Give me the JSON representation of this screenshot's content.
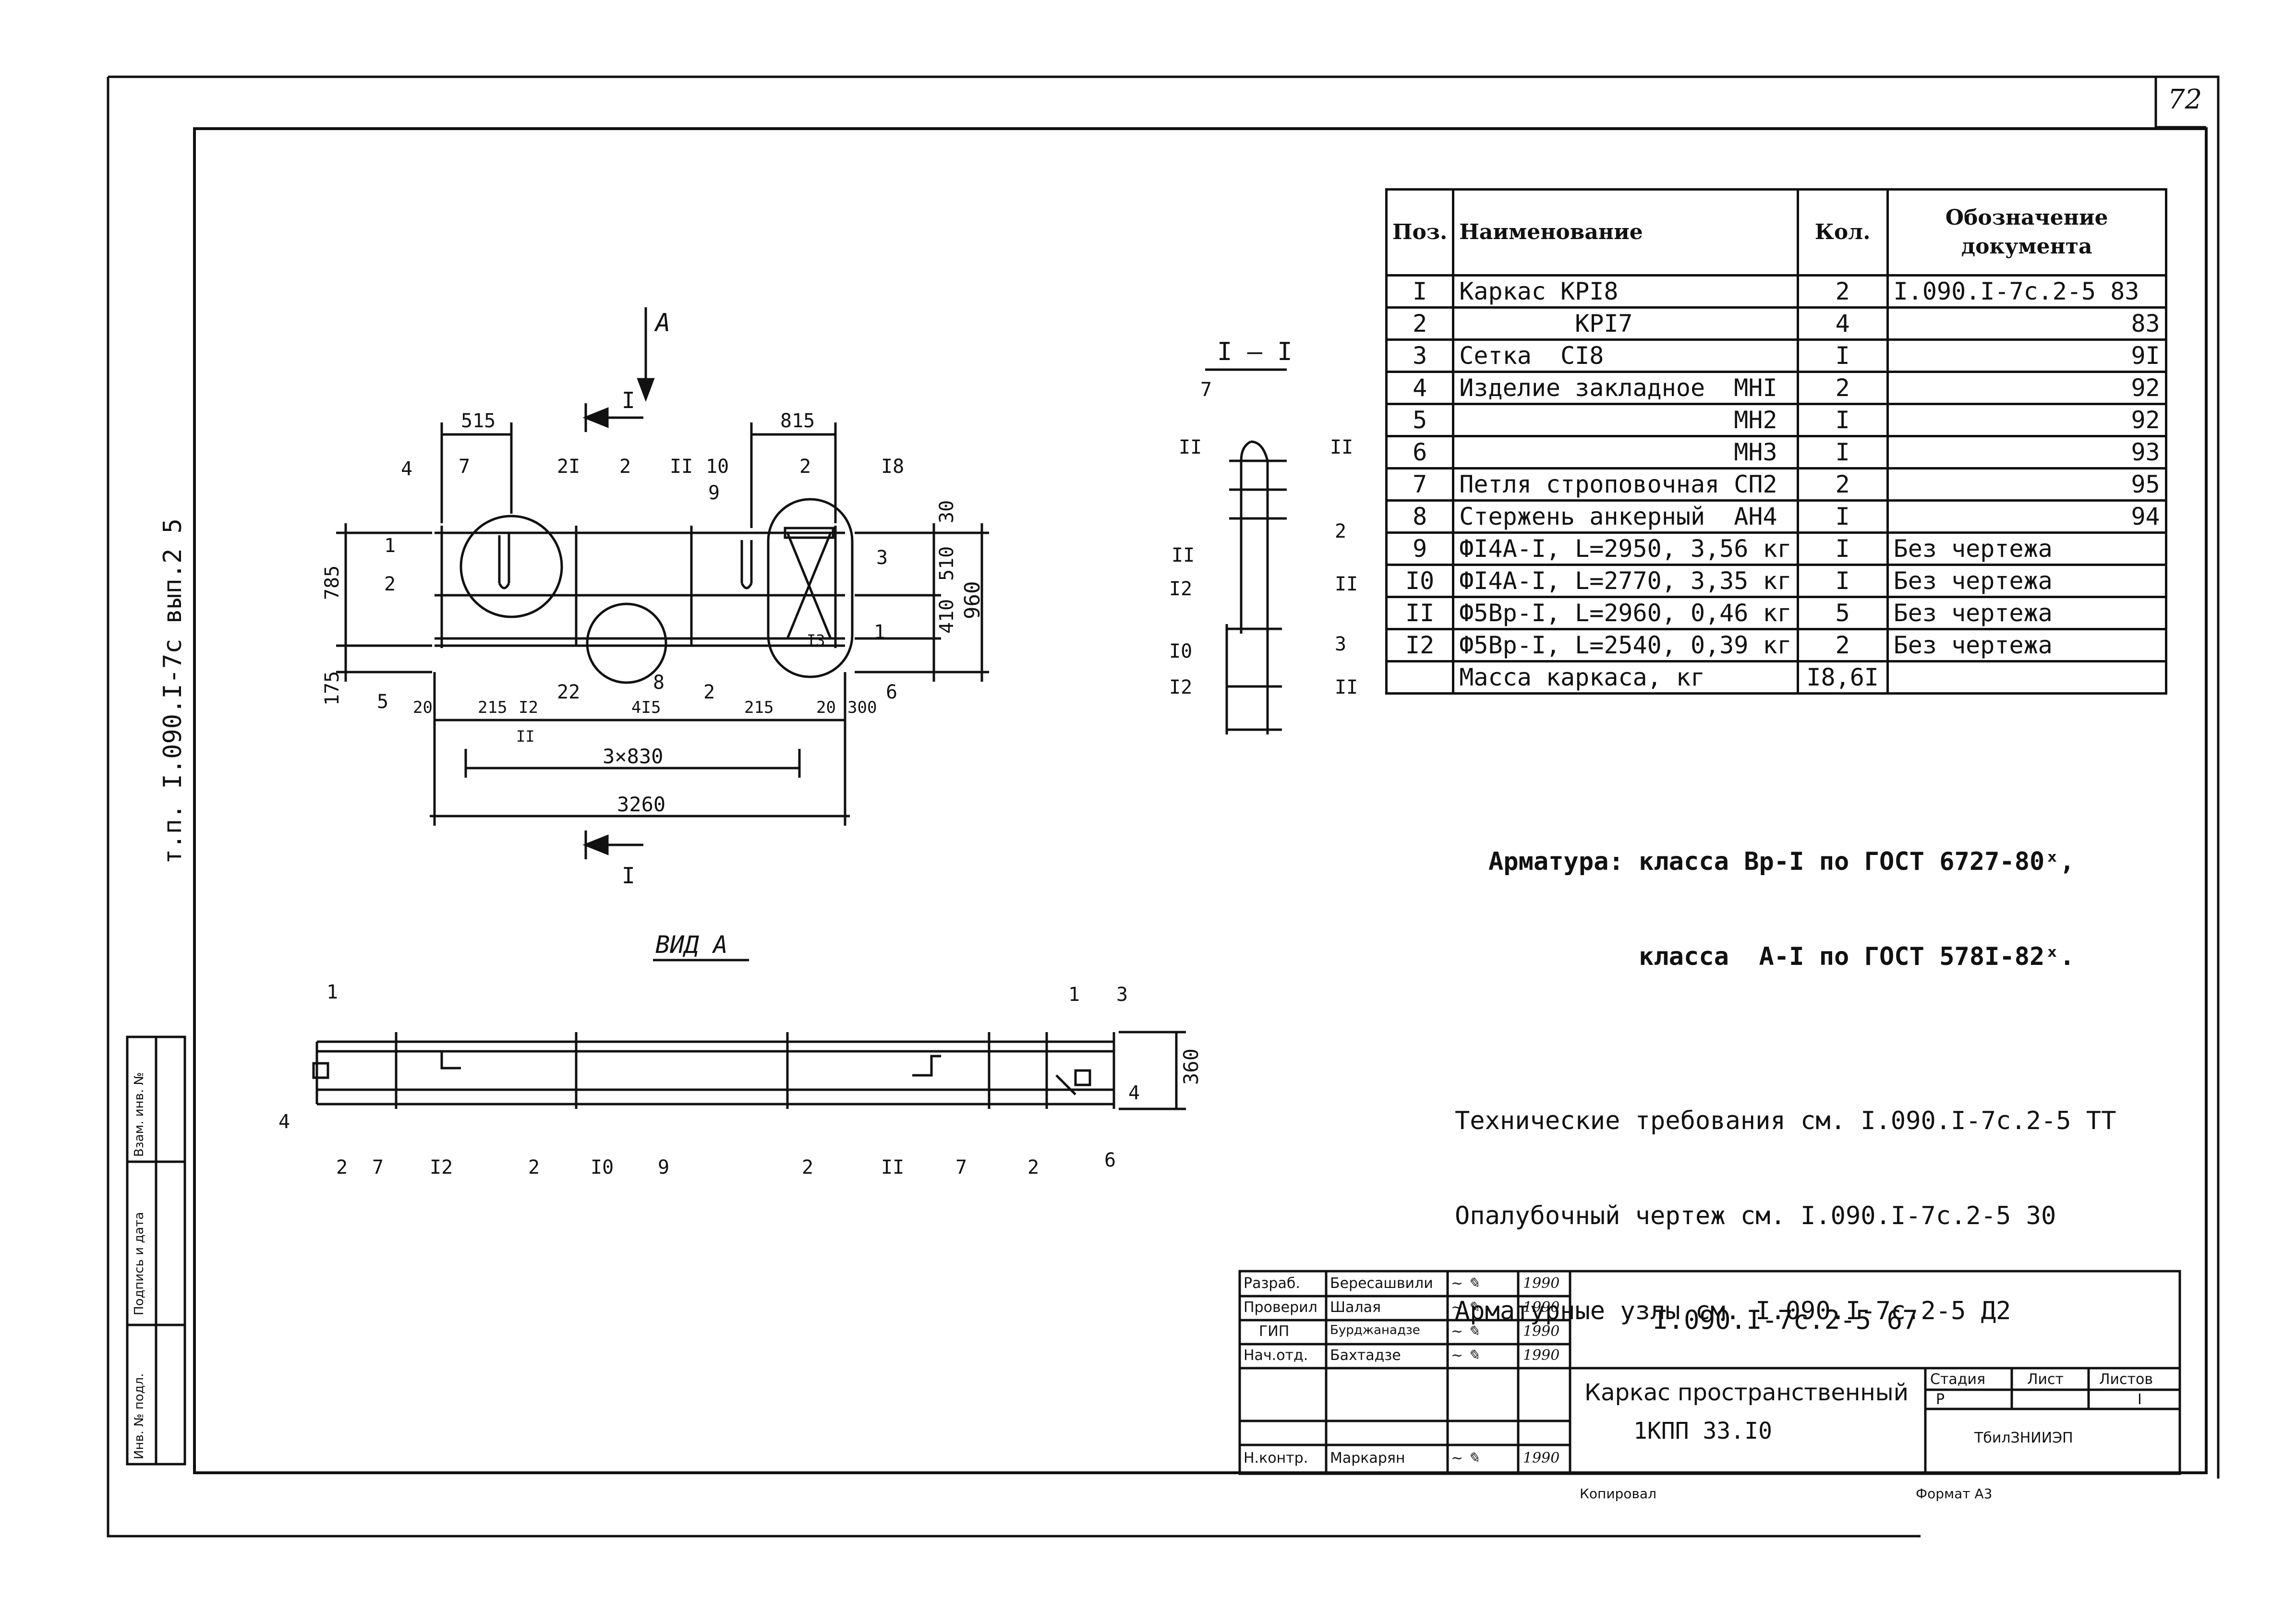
{
  "page_number": "72",
  "side_stamp": "т.п. I.090.I-7с вып.2 5",
  "side_labels": [
    "Инв. № подл.",
    "Подпись и дата",
    "Взам. инв. №"
  ],
  "spec_table": {
    "headers": {
      "pos": "Поз.",
      "name": "Наименование",
      "qty": "Кол.",
      "doc": "Обозначение документа"
    },
    "rows": [
      {
        "pos": "I",
        "name": "Каркас КРI8",
        "qty": "2",
        "doc": "I.090.I-7с.2-5 83"
      },
      {
        "pos": "2",
        "name": "        КРI7",
        "qty": "4",
        "doc": "83"
      },
      {
        "pos": "3",
        "name": "Сетка  СI8",
        "qty": "I",
        "doc": "9I"
      },
      {
        "pos": "4",
        "name": "Изделие закладное  МНI",
        "qty": "2",
        "doc": "92"
      },
      {
        "pos": "5",
        "name": "                   МН2",
        "qty": "I",
        "doc": "92"
      },
      {
        "pos": "6",
        "name": "                   МН3",
        "qty": "I",
        "doc": "93"
      },
      {
        "pos": "7",
        "name": "Петля строповочная СП2",
        "qty": "2",
        "doc": "95"
      },
      {
        "pos": "8",
        "name": "Стержень анкерный  АН4",
        "qty": "I",
        "doc": "94"
      },
      {
        "pos": "9",
        "name": "ФI4А-I, L=2950, 3,56 кг",
        "qty": "I",
        "doc": "Без чертежа"
      },
      {
        "pos": "I0",
        "name": "ФI4А-I, L=2770, 3,35 кг",
        "qty": "I",
        "doc": "Без чертежа"
      },
      {
        "pos": "II",
        "name": "Ф5Вр-I, L=2960, 0,46 кг",
        "qty": "5",
        "doc": "Без чертежа"
      },
      {
        "pos": "I2",
        "name": "Ф5Вр-I, L=2540, 0,39 кг",
        "qty": "2",
        "doc": "Без чертежа"
      },
      {
        "pos": "",
        "name": "Масса каркаса, кг",
        "qty": "I8,6I",
        "doc": ""
      }
    ]
  },
  "notes_reinforcement": {
    "line1": "Арматура: класса Вр-I по ГОСТ 6727-80ˣ,",
    "line2": "          класса  А-I по ГОСТ 578I-82ˣ."
  },
  "notes_tech": {
    "line1": "Технические требования см. I.090.I-7с.2-5 ТТ",
    "line2": "Опалубочный чертеж см. I.090.I-7с.2-5 30",
    "line3": "Арматурные узлы см. I.090.I-7с.2-5 Д2"
  },
  "drawing_labels": {
    "view_a_arrow": "А",
    "section_label": "I — I",
    "view_a_title": "ВИД А",
    "cut_mark": "I",
    "dims": {
      "d515": "515",
      "d815": "815",
      "d10": "10",
      "d30": "30",
      "d510": "510",
      "d410": "410",
      "d960": "960",
      "d785": "785",
      "d175": "175",
      "d20a": "20",
      "d215a": "215",
      "d12": "I2",
      "d415": "4I5",
      "d215b": "215",
      "d20b": "20",
      "d300": "300",
      "d3x830": "3×830",
      "d3260": "3260",
      "d360": "360"
    },
    "callouts_plan": [
      "4",
      "7",
      "2I",
      "2",
      "II",
      "9",
      "2",
      "I8",
      "1",
      "3",
      "2",
      "5",
      "22",
      "8",
      "2",
      "I3",
      "1",
      "6",
      "II"
    ],
    "callouts_section": [
      "7",
      "II",
      "II",
      "2",
      "II",
      "I2",
      "II",
      "I0",
      "3",
      "I2",
      "II"
    ],
    "callouts_view": [
      "1",
      "4",
      "1",
      "3",
      "4",
      "2",
      "7",
      "I2",
      "2",
      "I0",
      "9",
      "2",
      "II",
      "7",
      "2",
      "6"
    ]
  },
  "title_block": {
    "roles": [
      "Разраб.",
      "Проверил",
      "ГИП",
      "Нач.отд.",
      "",
      "",
      "Н.контр."
    ],
    "names": [
      "Бересашвили",
      "Шалая",
      "Бурджанадзе",
      "Бахтадзе",
      "",
      "",
      "Маркарян"
    ],
    "dates": [
      "1990",
      "1990",
      "1990",
      "1990",
      "",
      "",
      "1990"
    ],
    "designation": "I.090.I-7с.2-5 67",
    "item_name": "Каркас пространственный",
    "item_code": "1КПП 33.I0",
    "stage_label": "Стадия",
    "sheet_label": "Лист",
    "sheets_label": "Листов",
    "stage_value": "Р",
    "sheets_value": "I",
    "organization": "ТбилЗНИИЭП"
  },
  "footer": {
    "copied": "Копировал",
    "format": "Формат А3"
  }
}
